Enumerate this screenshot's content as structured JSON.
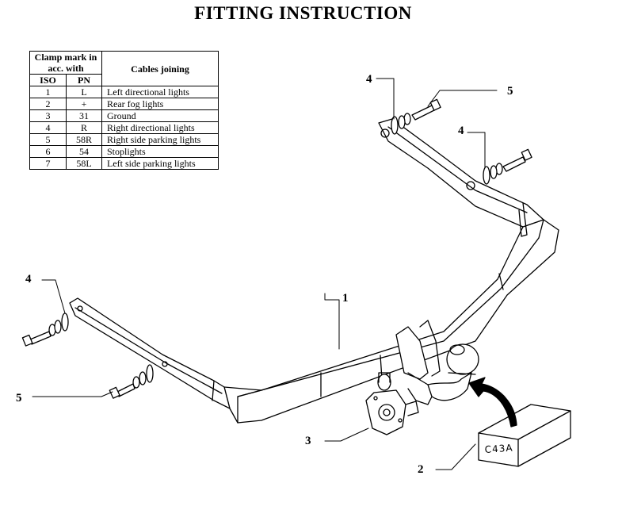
{
  "title": "FITTING INSTRUCTION",
  "table": {
    "header_group": "Clamp mark in acc. with",
    "col_iso": "ISO",
    "col_pn": "PN",
    "col_cables": "Cables joining",
    "rows": [
      {
        "iso": "1",
        "pn": "L",
        "desc": "Left directional lights"
      },
      {
        "iso": "2",
        "pn": "+",
        "desc": "Rear fog lights"
      },
      {
        "iso": "3",
        "pn": "31",
        "desc": "Ground"
      },
      {
        "iso": "4",
        "pn": "R",
        "desc": "Right directional lights"
      },
      {
        "iso": "5",
        "pn": "58R",
        "desc": "Right side parking lights"
      },
      {
        "iso": "6",
        "pn": "54",
        "desc": "Stoplights"
      },
      {
        "iso": "7",
        "pn": "58L",
        "desc": "Left side parking lights"
      }
    ]
  },
  "callouts": {
    "beam": "1",
    "box": "2",
    "socket": "3",
    "washer_top_left": "4",
    "washer_top_right": "4",
    "washer_left": "4",
    "bolt_top": "5",
    "bolt_bottom_left": "5"
  },
  "part_code": "C43A"
}
